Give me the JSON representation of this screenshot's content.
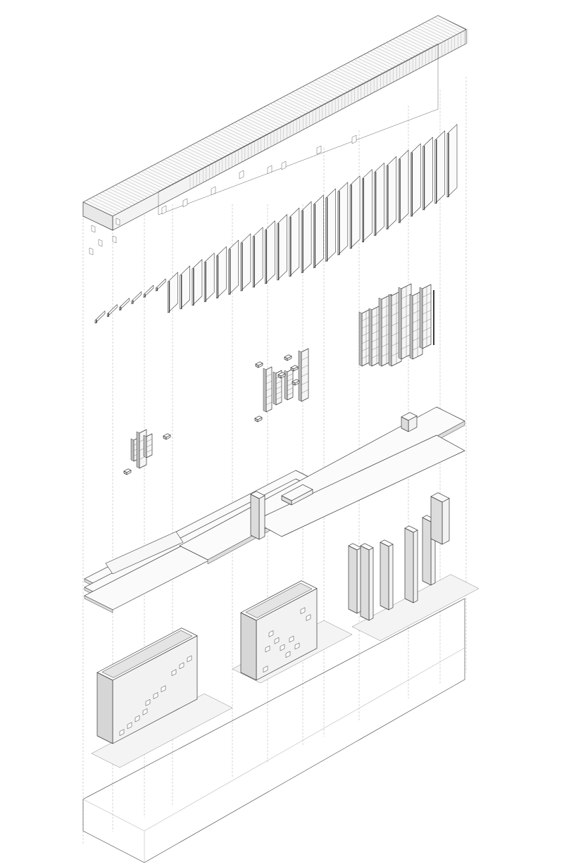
{
  "diagram": {
    "type": "exploded-axonometric",
    "colors": {
      "background": "#ffffff",
      "line": "#3a3a3a",
      "guide": "#b8b8b8",
      "fill_light": "#f2f2f2",
      "fill_mid": "#dcdcdc",
      "fill_dark": "#bdbdbd"
    },
    "fin_count": 30,
    "layers": [
      "roof-screen",
      "facade-fins",
      "facade-panels",
      "floor-slabs",
      "wall-volumes",
      "ground-plinth"
    ]
  }
}
